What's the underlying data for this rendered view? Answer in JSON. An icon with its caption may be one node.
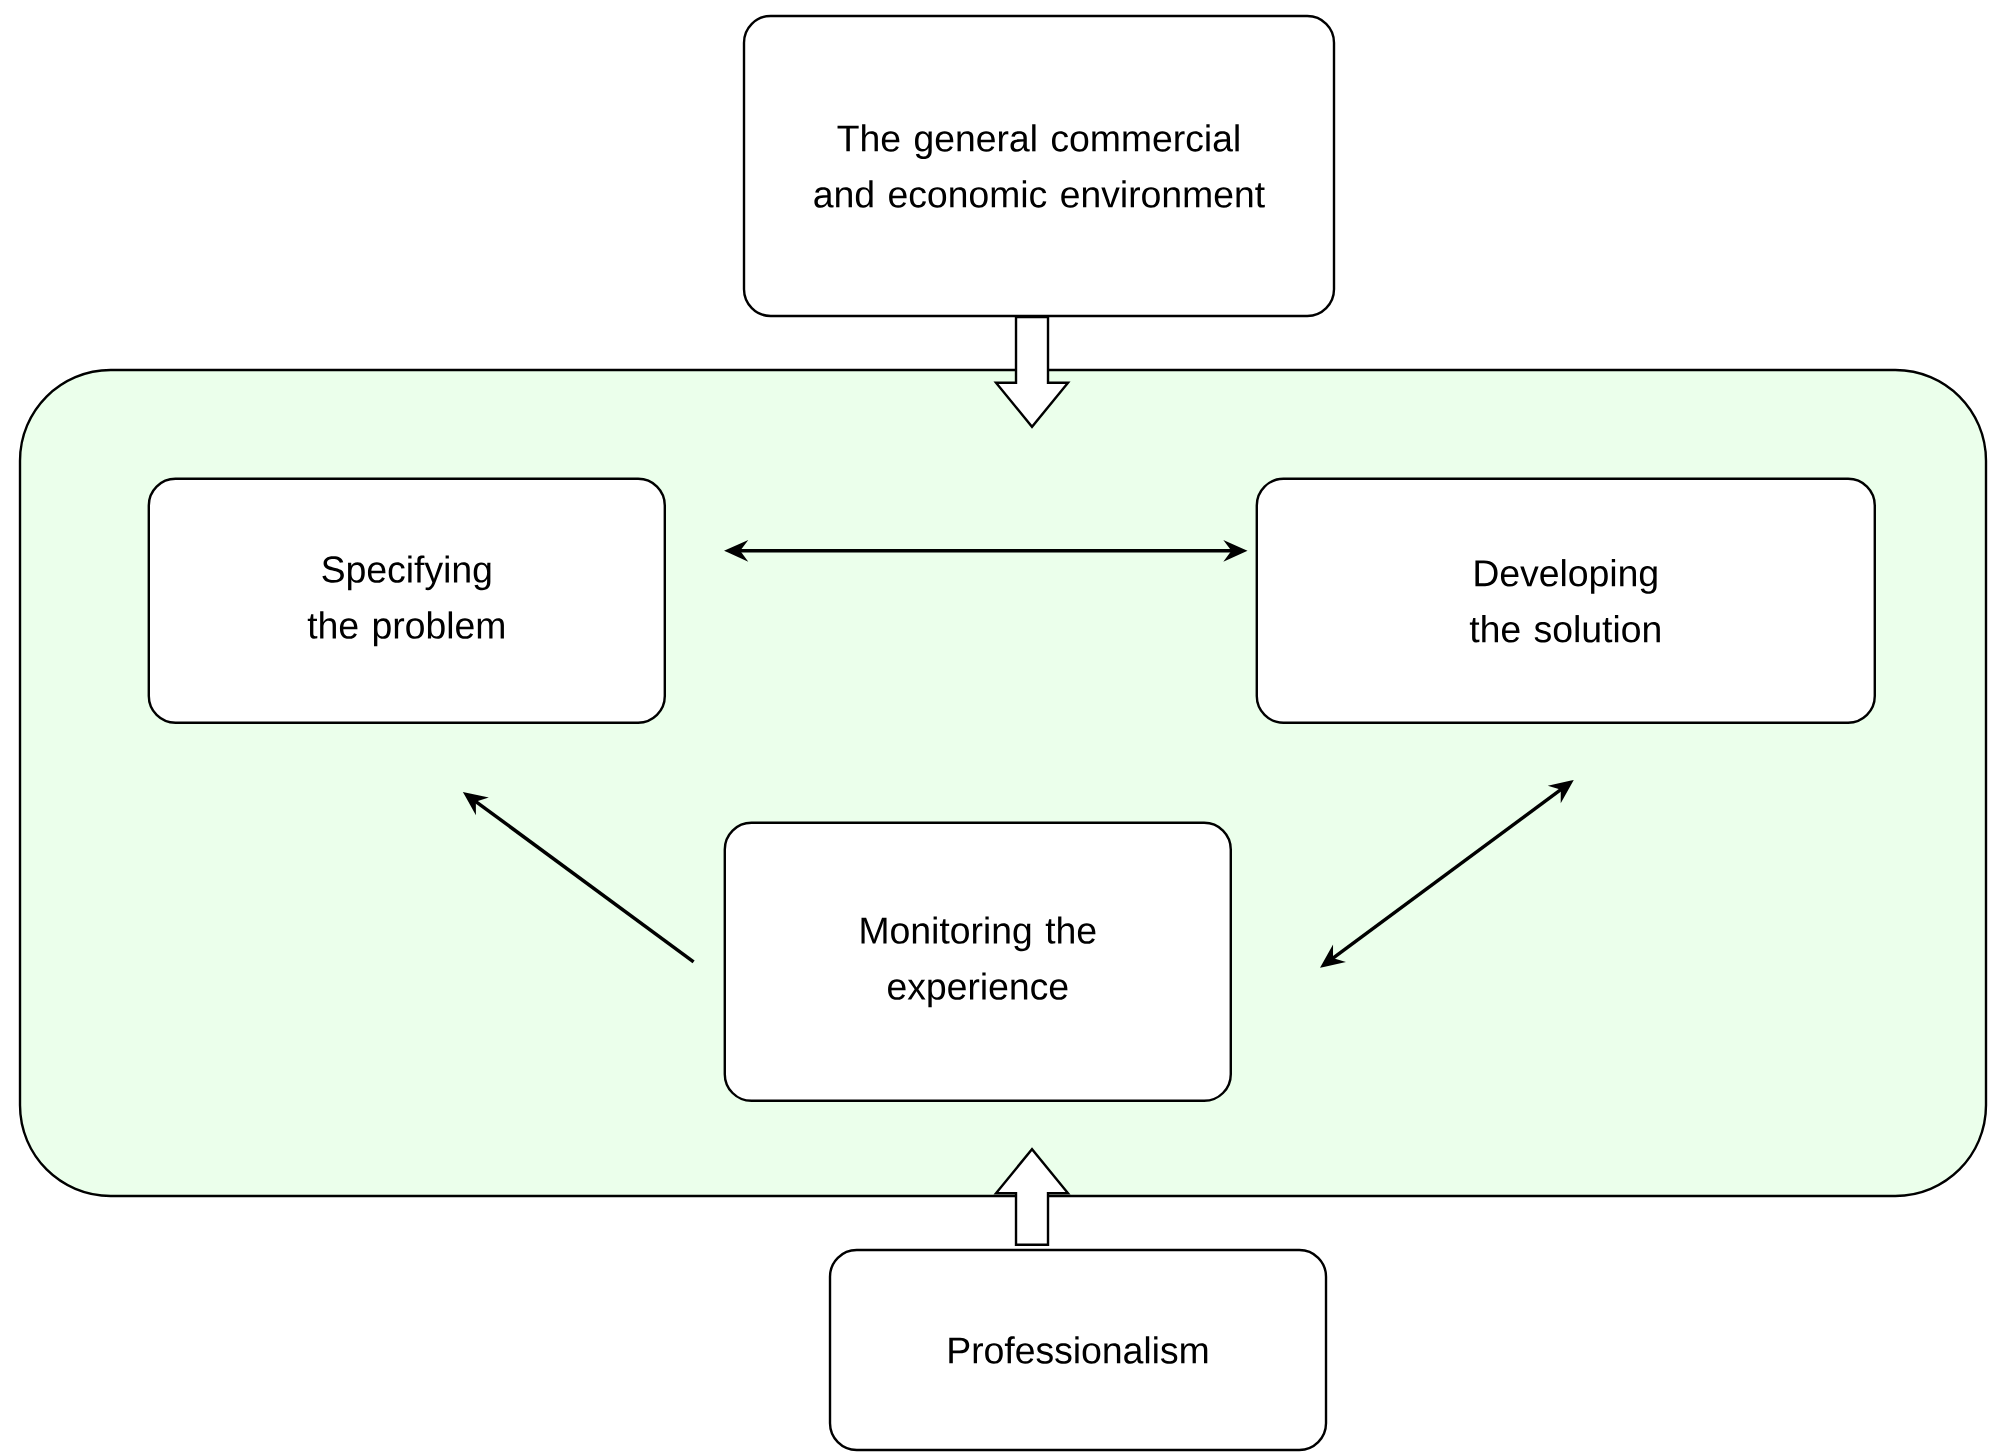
{
  "diagram": {
    "nodes": [
      {
        "text": [
          "The general commercial and economic environment"
        ]
      },
      {
        "text": [],
        "shape": "box"
      },
      {
        "text": [
          "Specifying the problem"
        ],
        "in": 1
      },
      {
        "text": [
          "Developing the solution"
        ],
        "in": 1
      },
      {
        "text": [
          "Monitoring the experience"
        ],
        "in": 1
      },
      {
        "text": [
          "Professionalism"
        ]
      }
    ],
    "edges": [
      {
        "from": 0,
        "to": 1,
        "arrow": "to"
      },
      {
        "from": 2,
        "to": 3,
        "arrow": "both"
      },
      {
        "from": 4,
        "to": 2,
        "arrow": "to"
      },
      {
        "from": 4,
        "to": 3,
        "arrow": "both"
      },
      {
        "from": 5,
        "to": 1,
        "arrow": "to"
      }
    ]
  }
}
